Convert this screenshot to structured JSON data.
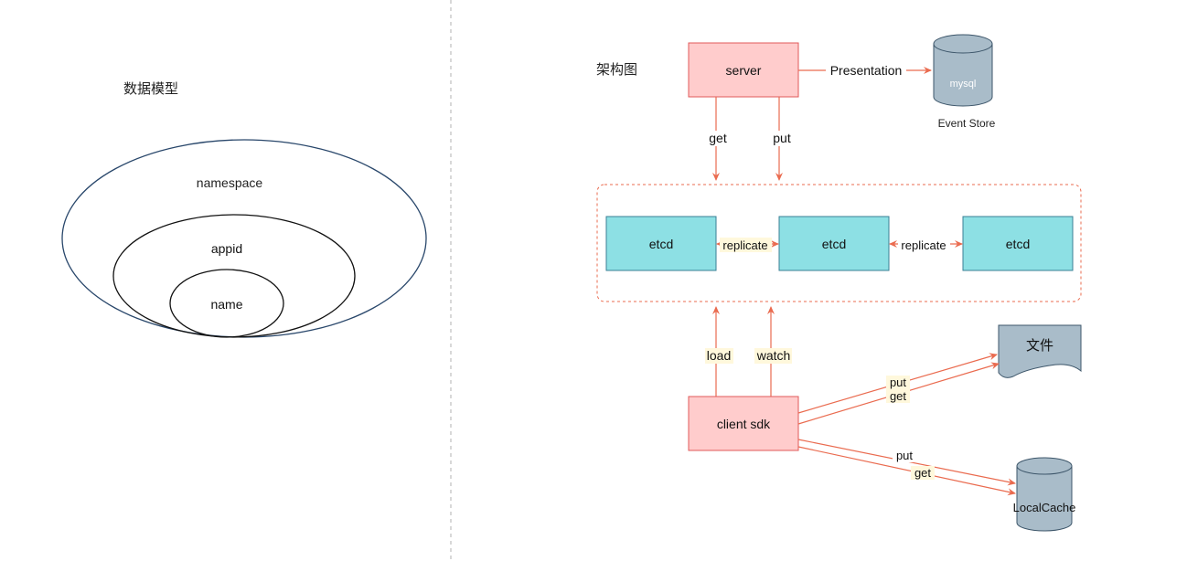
{
  "left": {
    "title": "数据模型",
    "outer_label": "namespace",
    "middle_label": "appid",
    "inner_label": "name"
  },
  "right": {
    "title": "架构图",
    "server": "server",
    "presentation_label": "Presentation",
    "db_label": "mysql",
    "db_caption": "Event Store",
    "get_top": "get",
    "put_top": "put",
    "etcd1": "etcd",
    "etcd2": "etcd",
    "etcd3": "etcd",
    "replicate1": "replicate",
    "replicate2": "replicate",
    "load": "load",
    "watch": "watch",
    "client": "client sdk",
    "file_label": "文件",
    "file_put": "put",
    "file_get": "get",
    "cache_put": "put",
    "cache_get": "get",
    "cache_label": "LocalCache"
  },
  "colors": {
    "pink_fill": "#ffcccc",
    "pink_stroke": "#e05a5a",
    "teal_fill": "#8de0e4",
    "teal_stroke": "#3a7f95",
    "arrow": "#ea6b4f",
    "db_fill": "#a9bcc9",
    "db_stroke": "#3d566a",
    "label_bg": "#fff8dc",
    "outer_ellipse": "#29476b"
  }
}
